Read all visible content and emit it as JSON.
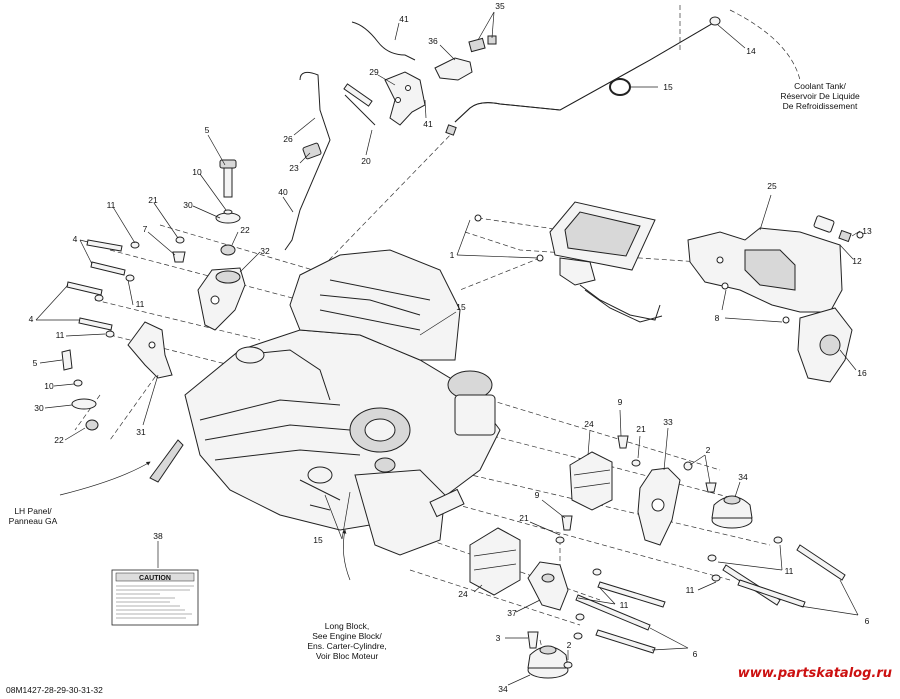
{
  "callouts": {
    "c41": "41",
    "c35": "35",
    "c36": "36",
    "c29": "29",
    "c14": "14",
    "c15a": "15",
    "c26": "26",
    "c20": "20",
    "c41b": "41",
    "c23": "23",
    "c5a": "5",
    "c10a": "10",
    "c30a": "30",
    "c21a": "21",
    "c7": "7",
    "c22a": "22",
    "c32": "32",
    "c40": "40",
    "c11a": "11",
    "c4a": "4",
    "c11b": "11",
    "c4b": "4",
    "c11c": "11",
    "c5b": "5",
    "c10b": "10",
    "c30b": "30",
    "c22b": "22",
    "c31": "31",
    "c15b": "15",
    "c25": "25",
    "c13": "13",
    "c12": "12",
    "c1": "1",
    "c8": "8",
    "c16": "16",
    "c9a": "9",
    "c21b": "21",
    "c24a": "24",
    "c33": "33",
    "c2": "2",
    "c34a": "34",
    "c9b": "9",
    "c21c": "21",
    "c15c": "15",
    "c38": "38",
    "c24b": "24",
    "c37": "37",
    "c11d": "11",
    "c11e": "11",
    "c11f": "11",
    "c6a": "6",
    "c3": "3",
    "c2b": "2",
    "c6b": "6",
    "c34b": "34"
  },
  "notes": {
    "coolant_line1": "Coolant Tank/",
    "coolant_line2": "Réservoir De Liquide",
    "coolant_line3": "De Refroidissement",
    "lh_line1": "LH Panel/",
    "lh_line2": "Panneau GA",
    "lb_line1": "Long Block,",
    "lb_line2": "See Engine Block/",
    "lb_line3": "Ens. Carter-Cylindre,",
    "lb_line4": "Voir Bloc Moteur"
  },
  "label_decal": {
    "heading": "CAUTION"
  },
  "footer": {
    "drawing_id": "08M1427-28-29-30-31-32",
    "watermark": "www.partskatalog.ru"
  },
  "colors": {
    "ink": "#222222",
    "watermark": "#cc1111",
    "paper": "#ffffff"
  }
}
